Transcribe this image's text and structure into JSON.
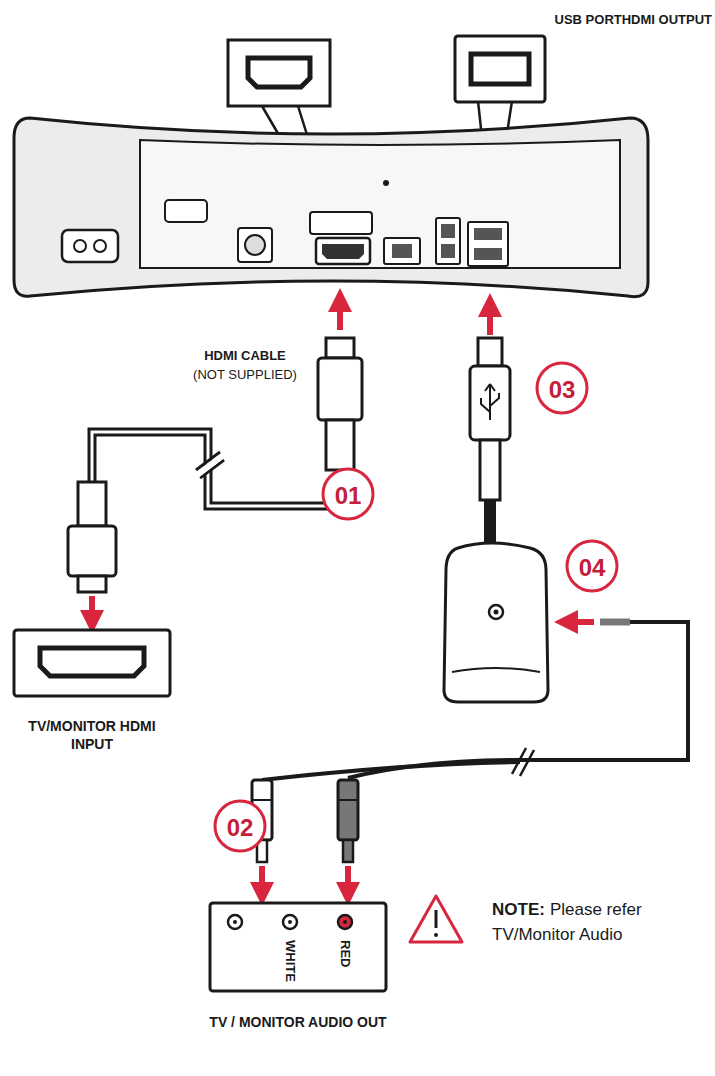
{
  "diagram": {
    "nodes": [
      {
        "text": [
          "USB PORTHDMI OUTPUT"
        ]
      },
      {
        "text": [
          "TV/MONITOR HDMI INPUT"
        ]
      },
      {
        "text": [
          "TV / MONITOR AUDIO OUT",
          "WHITE",
          "RED"
        ]
      }
    ],
    "labels": [
      "HDMI CABLE",
      "(NOT SUPPLIED)",
      "01",
      "02",
      "03",
      "04",
      "NOTE:",
      "Please refer TV/Monitor Audio"
    ]
  }
}
